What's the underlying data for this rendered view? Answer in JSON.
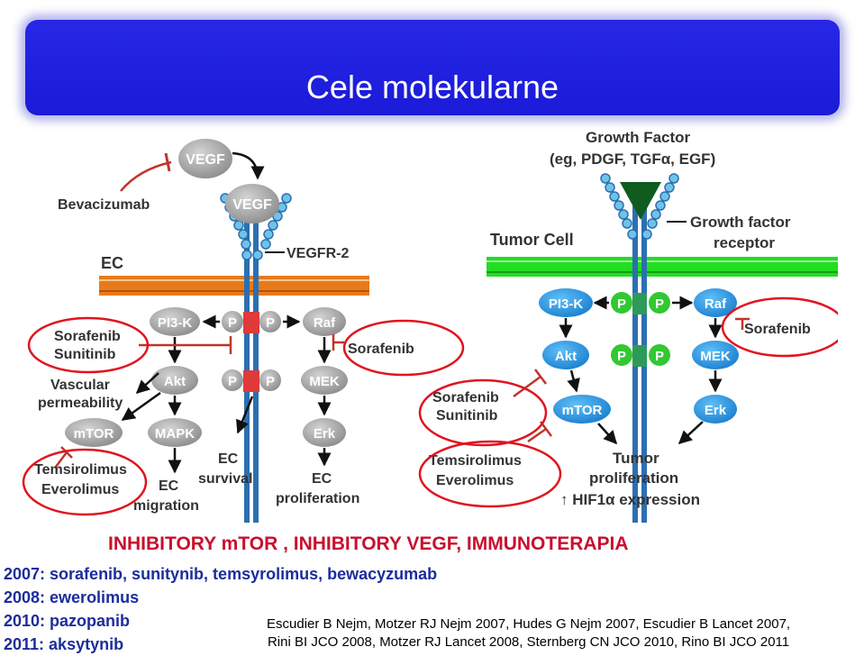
{
  "slide": {
    "title": "Cele molekularne",
    "headline": "INHIBITORY mTOR , INHIBITORY VEGF, IMMUNOTERAPIA",
    "years": [
      "2007: sorafenib, sunitynib, temsyrolimus, bewacyzumab",
      "2008: ewerolimus",
      "2010: pazopanib",
      "2011: aksytynib"
    ],
    "references": [
      "Escudier B Nejm,  Motzer RJ Nejm 2007, Hudes G Nejm 2007, Escudier B Lancet 2007,",
      "Rini BI JCO 2008, Motzer RJ Lancet 2008, Sternberg CN JCO 2010, Rino BI JCO 2011"
    ]
  },
  "diagram_left": {
    "vegf_free": "VEGF",
    "vegf_bound": "VEGF",
    "bevacizumab": "Bevacizumab",
    "vegfr2": "VEGFR-2",
    "ec": "EC",
    "pi3k": "PI3-K",
    "p": "P",
    "raf": "Raf",
    "akt": "Akt",
    "mek": "MEK",
    "mtor": "mTOR",
    "mapk": "MAPK",
    "erk": "Erk",
    "sorafenib_sunitinib_1": "Sorafenib",
    "sorafenib_sunitinib_2": "Sunitinib",
    "sorafenib": "Sorafenib",
    "vascular_1": "Vascular",
    "vascular_2": "permeability",
    "temsirolimus": "Temsirolimus",
    "everolimus": "Everolimus",
    "ec_migration_1": "EC",
    "ec_migration_2": "migration",
    "ec_survival_1": "EC",
    "ec_survival_2": "survival",
    "ec_prolif_1": "EC",
    "ec_prolif_2": "proliferation"
  },
  "diagram_right": {
    "growth_factor_1": "Growth  Factor",
    "growth_factor_2": "(eg, PDGF, TGFα, EGF)",
    "tumor_cell": "Tumor Cell",
    "receptor_1": "Growth  factor",
    "receptor_2": "receptor",
    "pi3k": "PI3-K",
    "p": "P",
    "raf": "Raf",
    "akt": "Akt",
    "mek": "MEK",
    "mtor": "mTOR",
    "erk": "Erk",
    "sorafenib": "Sorafenib",
    "sorafenib_sunitinib_1": "Sorafenib",
    "sorafenib_sunitinib_2": "Sunitinib",
    "temsirolimus": "Temsirolimus",
    "everolimus": "Everolimus",
    "tumor_prolif_1": "Tumor",
    "tumor_prolif_2": "proliferation",
    "hif": "↑ HIF1α expression"
  },
  "colors": {
    "banner": "#2020e0",
    "headline": "#c8102e",
    "years_text": "#1c2d9c",
    "circle": "#e0141e",
    "membrane_left": "#e87a1a",
    "membrane_right": "#22dd22",
    "node_left": "#a9a9a9",
    "node_right": "#2e9fe6",
    "phospho_left": "#e03a3a",
    "phospho_right": "#2e9a5a"
  }
}
